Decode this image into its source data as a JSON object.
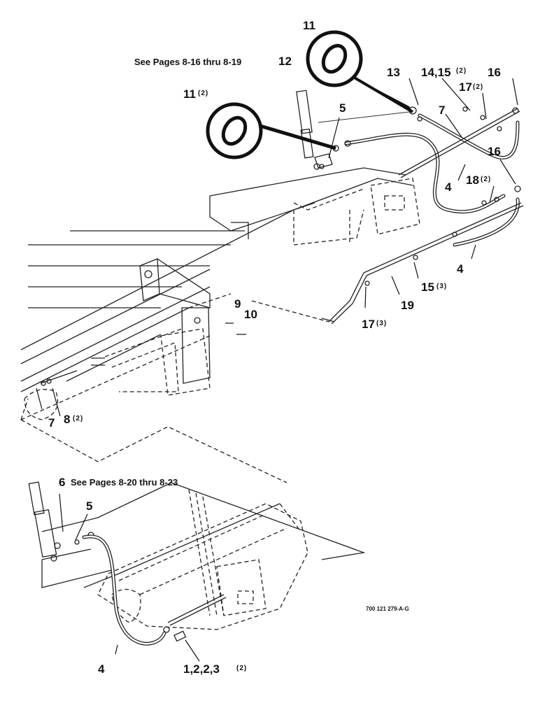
{
  "notes": {
    "top_reference": "See Pages 8-16 thru 8-19",
    "bottom_reference": "See Pages 8-20 thru 8-23",
    "drawing_number": "700 121 279-A-G"
  },
  "callouts": {
    "c11_top": "11",
    "c11_left": "11",
    "c11_left_qty": "(2)",
    "c12": "12",
    "c13": "13",
    "c14_15": "14,15",
    "c14_15_qty": "(2)",
    "c16_a": "16",
    "c16_b": "16",
    "c17_top": "17",
    "c17_top_qty": "(2)",
    "c7_top": "7",
    "c5_top": "5",
    "c4_a": "4",
    "c18": "18",
    "c18_qty": "(2)",
    "c4_b": "4",
    "c15": "15",
    "c15_qty": "(3)",
    "c19": "19",
    "c17_bot": "17",
    "c17_bot_qty": "(3)",
    "c9": "9",
    "c10": "10",
    "c7_left": "7",
    "c8": "8",
    "c8_qty": "(2)",
    "c6": "6",
    "c5_bot": "5",
    "c4_bot": "4",
    "c1_2_3": "1,2,2,3",
    "c1_2_3_qty": "(2)"
  },
  "icons": {
    "o_ring_detail": "o-ring-icon"
  }
}
